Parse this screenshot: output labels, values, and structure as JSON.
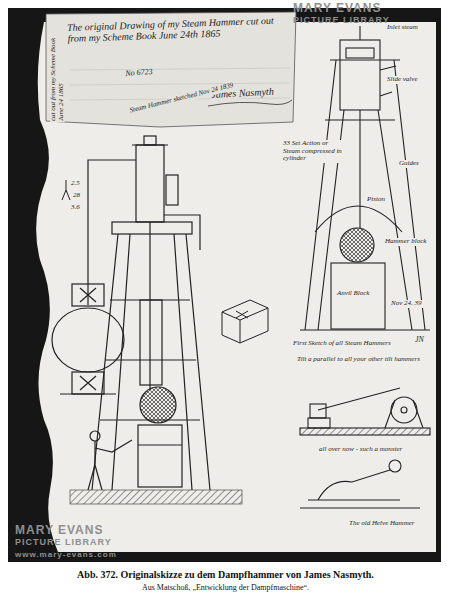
{
  "diagram": {
    "title": "The original Drawing of my Steam Hammer cut out from my Scheme Book June 24th 1865",
    "caption": "Abb. 372. Originalskizze zu dem Dampfhammer von James Nasmyth.",
    "labels": [
      "cut out from my Scheme Book June 24 1865",
      "No 6723",
      "James Nasmyth",
      "Steam Hammer sketched Nov 24 1839",
      "2.5",
      "28",
      "3.6",
      "Inlet steam",
      "Slide valve",
      "Guides",
      "33 Set Action or Steam compressed in cylinder",
      "Piston",
      "Hammer block",
      "Anvil Block",
      "Nov 24. 39",
      "First Sketch of all Steam Hammers",
      "Tilt a parallel to all your other tilt hammers",
      "all over now - such a monster",
      "The old Helve Hammer",
      "JN",
      "MARY EVANS",
      "PICTURE LIBRARY",
      "MARY EVANS",
      "PICTURE LIBRARY",
      "www.mary-evans.com",
      "Aus Matschoß, „Entwicklung der Dampfmaschine“."
    ]
  }
}
